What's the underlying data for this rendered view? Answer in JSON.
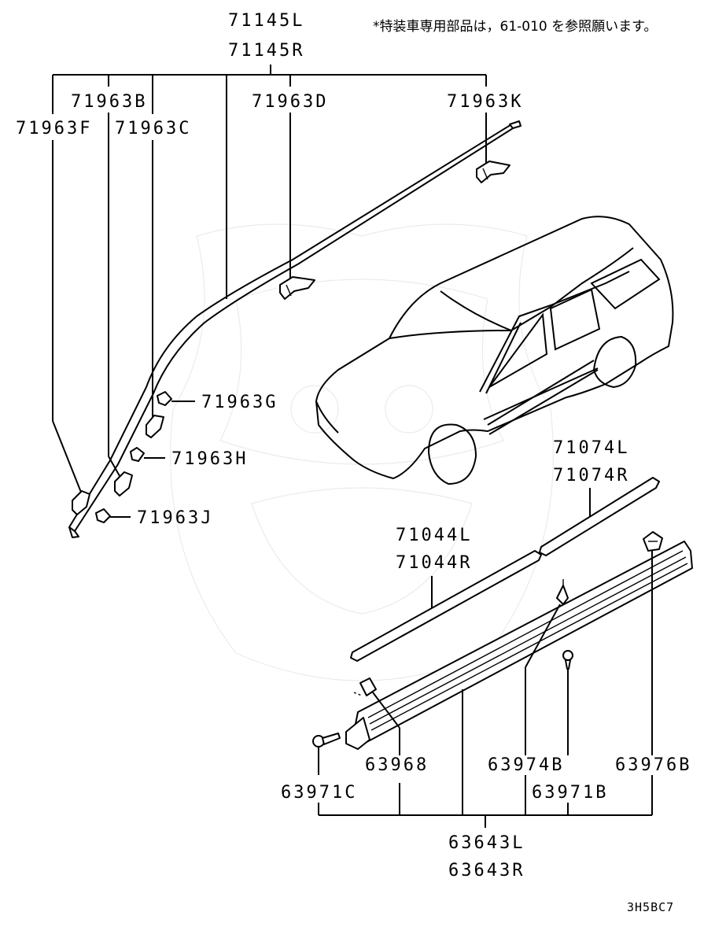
{
  "note": "*特装車専用部品は，61-010 を参照願います。",
  "diagram_code": "3H5BC7",
  "labels": {
    "p71145L": "71145L",
    "p71145R": "71145R",
    "p71963B": "71963B",
    "p71963C": "71963C",
    "p71963D": "71963D",
    "p71963F": "71963F",
    "p71963K": "71963K",
    "p71963G": "71963G",
    "p71963H": "71963H",
    "p71963J": "71963J",
    "p71074L": "71074L",
    "p71074R": "71074R",
    "p71044L": "71044L",
    "p71044R": "71044R",
    "p63968": "63968",
    "p63974B": "63974B",
    "p63976B": "63976B",
    "p63971C": "63971C",
    "p63971B": "63971B",
    "p63643L": "63643L",
    "p63643R": "63643R"
  }
}
